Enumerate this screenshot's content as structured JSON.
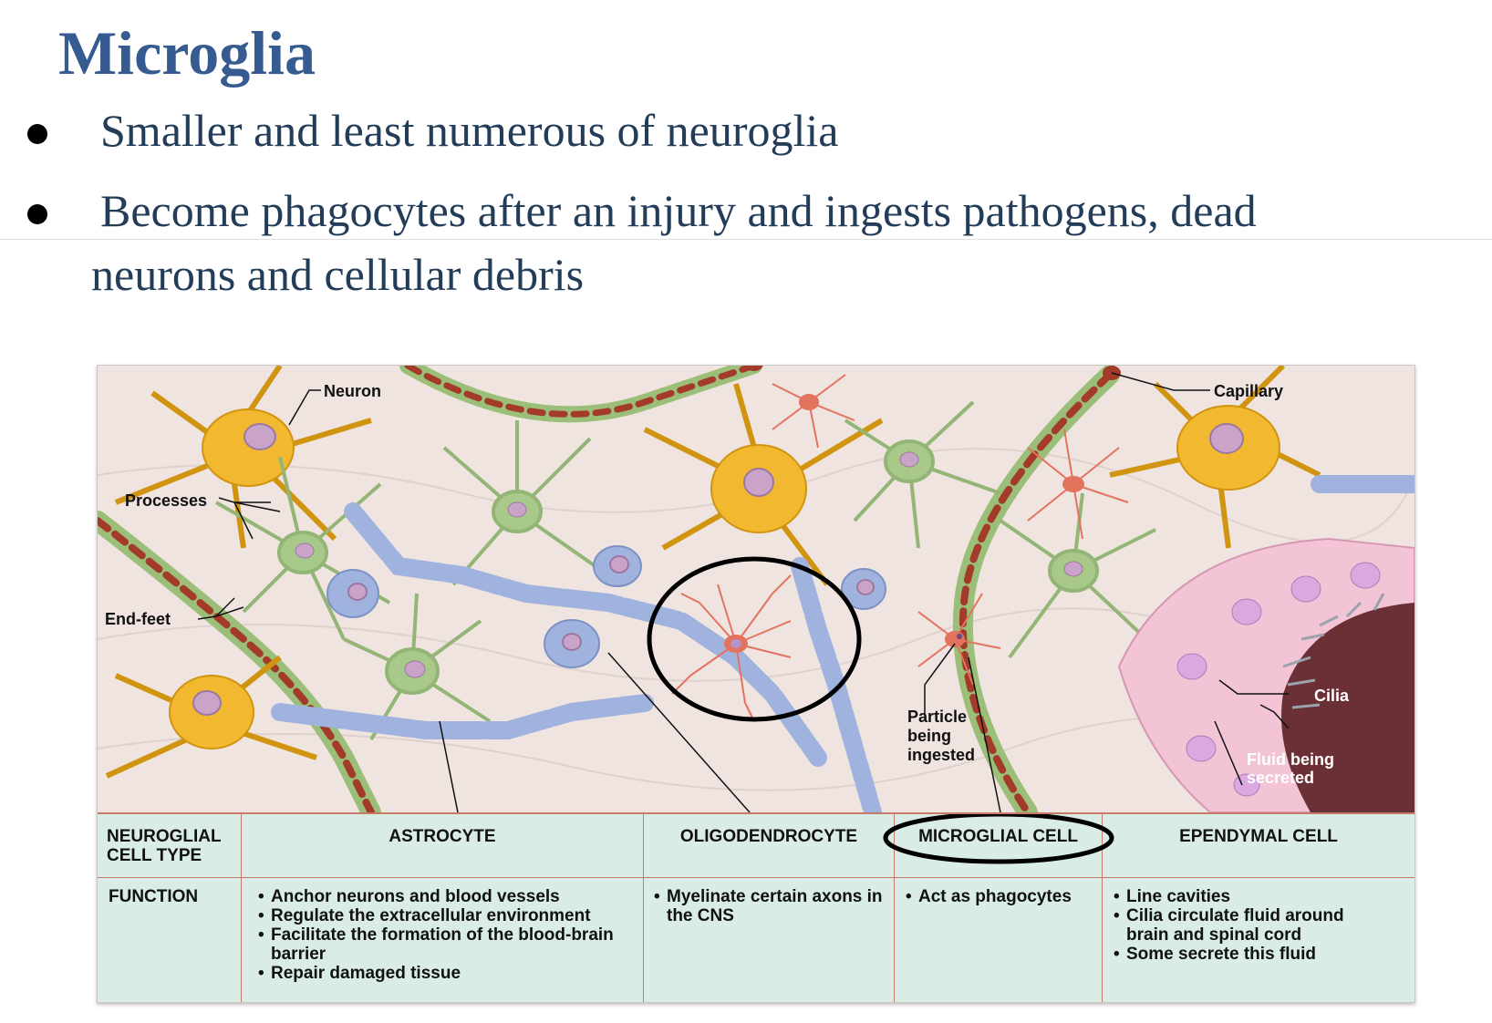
{
  "slide": {
    "title": "Microglia",
    "bullets": [
      "Smaller and least numerous of neuroglia",
      "Become phagocytes after an injury and ingests pathogens, dead",
      "neurons and cellular debris"
    ]
  },
  "figure": {
    "labels": {
      "neuron": "Neuron",
      "capillary": "Capillary",
      "processes": "Processes",
      "end_feet": "End-feet",
      "particle_1": "Particle",
      "particle_2": "being",
      "particle_3": "ingested",
      "cilia": "Cilia",
      "fluid_1": "Fluid being",
      "fluid_2": "secreted"
    },
    "table": {
      "row_header_1": "NEUROGLIAL",
      "row_header_2": "CELL TYPE",
      "function_label": "FUNCTION",
      "columns": [
        {
          "name": "ASTROCYTE",
          "functions": [
            "Anchor neurons and blood vessels",
            "Regulate the extracellular environment",
            "Facilitate the formation of the blood-brain barrier",
            "Repair damaged tissue"
          ]
        },
        {
          "name": "OLIGODENDROCYTE",
          "functions": [
            "Myelinate certain axons in the CNS"
          ]
        },
        {
          "name": "MICROGLIAL CELL",
          "functions": [
            "Act as phagocytes"
          ]
        },
        {
          "name": "EPENDYMAL CELL",
          "functions": [
            "Line cavities",
            "Cilia circulate fluid around brain and spinal cord",
            "Some secrete this fluid"
          ]
        }
      ]
    },
    "colors": {
      "title": "#365b91",
      "body_text": "#233d59",
      "neuron": "#f2b830",
      "astrocyte": "#a9c98a",
      "oligodendrocyte": "#9fb3de",
      "microglia": "#e4735e",
      "capillary": "#a33a2a",
      "ependymal": "#f2c4d6",
      "table_bg": "#d9ede4",
      "table_rule": "#c67a6a"
    }
  }
}
